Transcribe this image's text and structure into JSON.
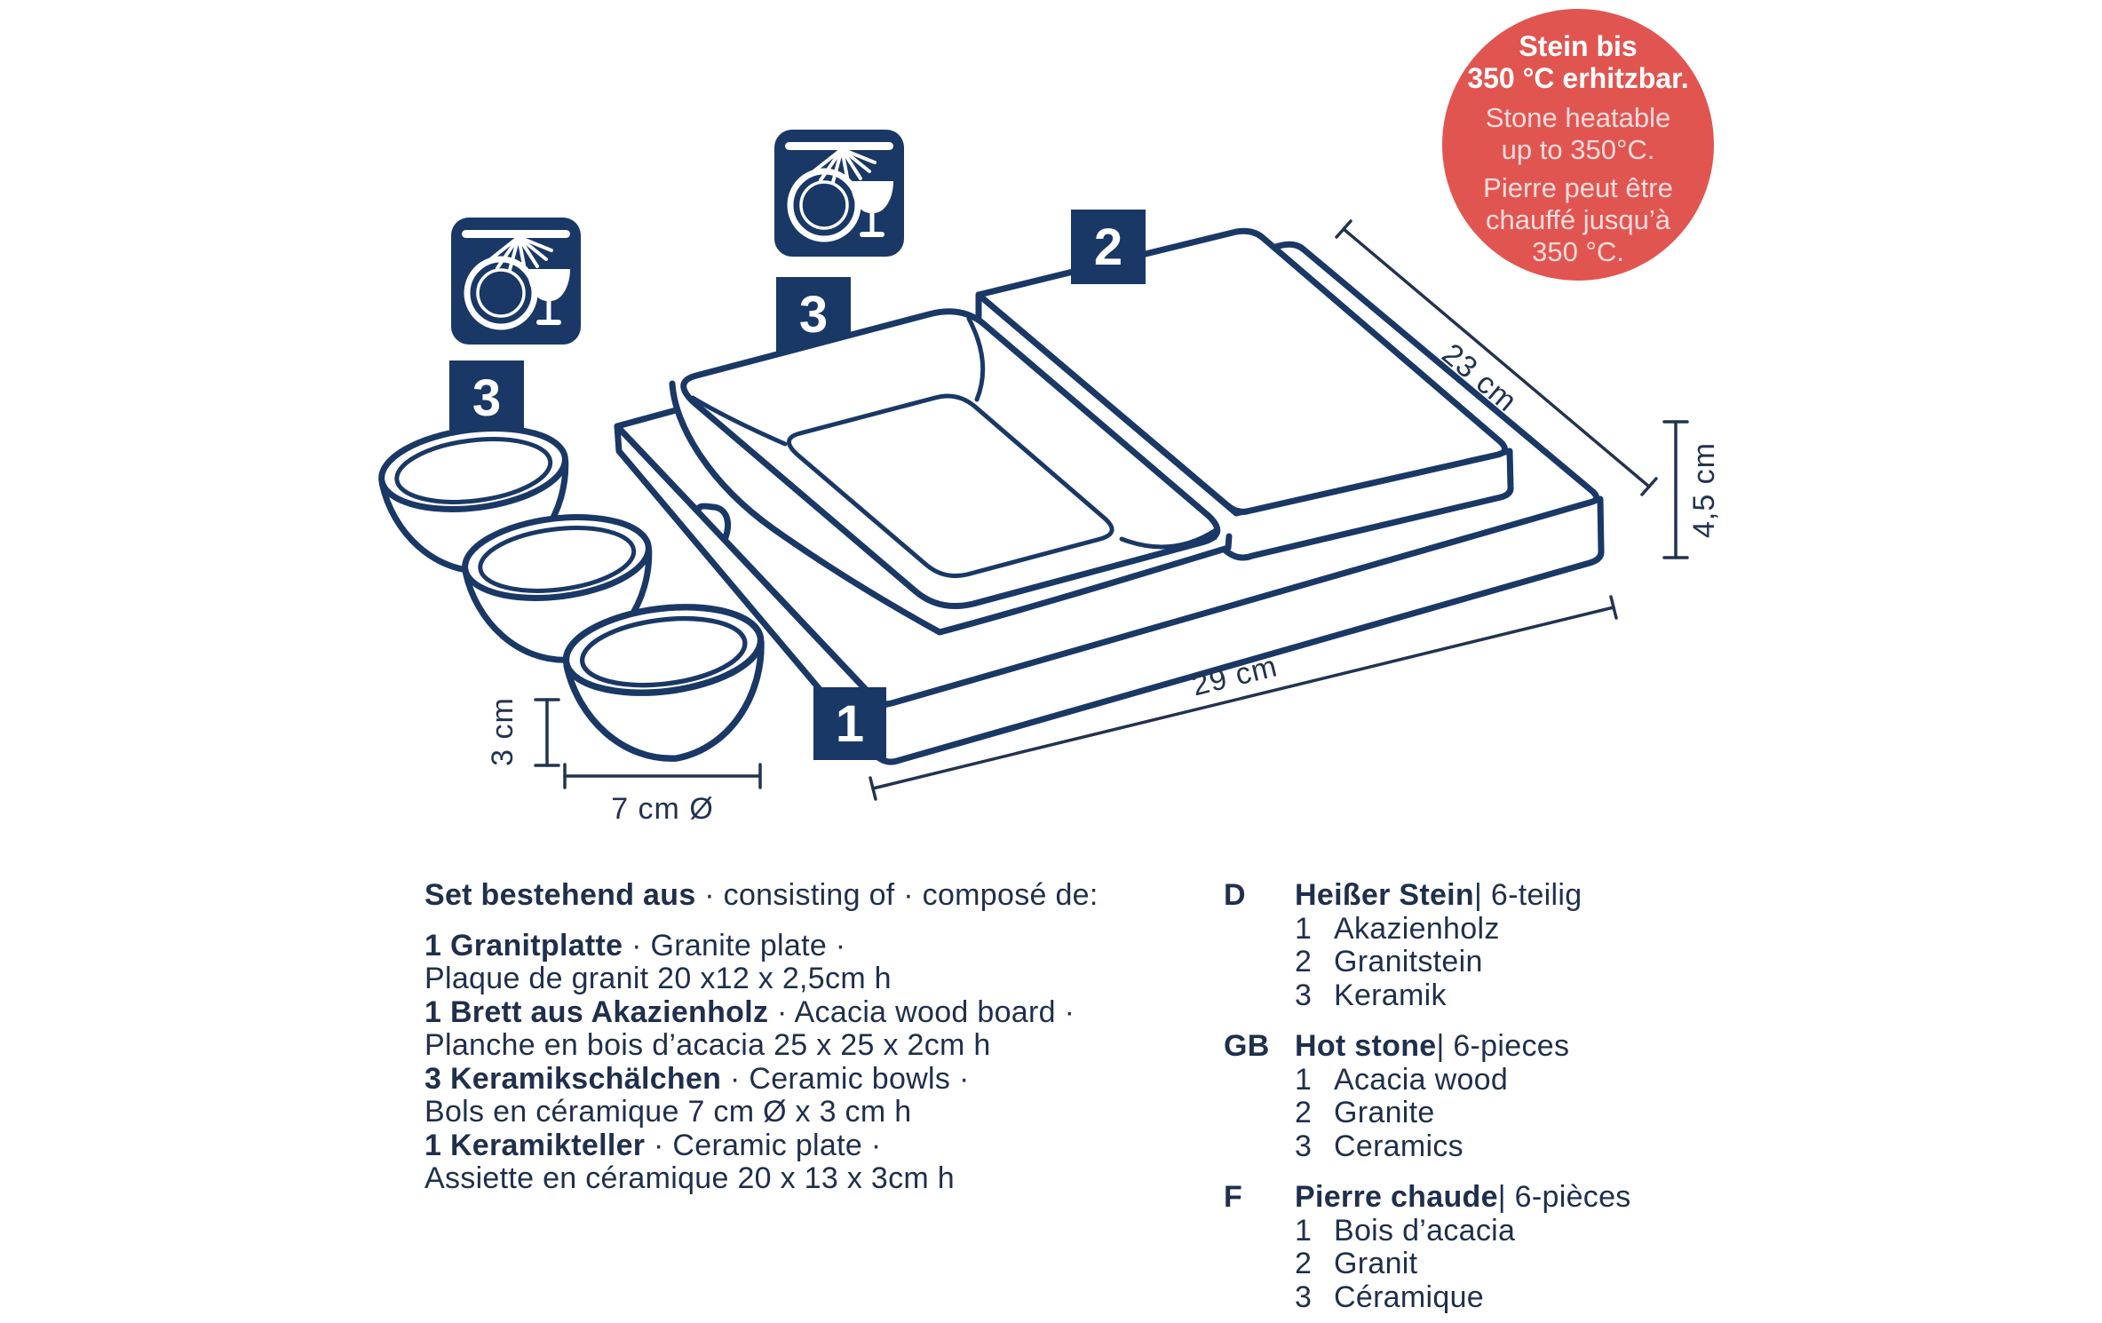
{
  "colors": {
    "navy": "#1a3866",
    "red": "#e15551",
    "text": "#1f2f4c"
  },
  "icons": {
    "dishwasher_safe": "dishwasher-safe-icon"
  },
  "badge": {
    "de_line1": "Stein bis",
    "de_line2": "350 °C erhitzbar.",
    "en_line1": "Stone heatable",
    "en_line2": "up to 350°C.",
    "fr_line1": "Pierre peut être",
    "fr_line2": "chauffé jusqu’à",
    "fr_line3": "350 °C."
  },
  "part_labels": {
    "board": "1",
    "stone": "2",
    "plate": "3",
    "bowls": "3"
  },
  "dimensions": {
    "stone_depth": "23 cm",
    "stone_height": "4,5 cm",
    "board_width": "29 cm",
    "bowl_height": "3 cm",
    "bowl_diameter": "7 cm Ø"
  },
  "set_list": {
    "heading_bold": "Set bestehend aus",
    "heading_rest": " · consisting of · composé de:",
    "items": [
      {
        "bold": "1 Granitplatte",
        "rest": " · Granite plate ·",
        "detail": "Plaque de granit 20 x12 x 2,5cm h"
      },
      {
        "bold": "1 Brett aus Akazienholz",
        "rest": " · Acacia wood board ·",
        "detail": "Planche en bois d’acacia 25 x 25 x 2cm h"
      },
      {
        "bold": "3 Keramikschälchen",
        "rest": " · Ceramic bowls ·",
        "detail": "Bols en céramique 7 cm Ø x 3 cm h"
      },
      {
        "bold": "1 Keramikteller",
        "rest": " · Ceramic plate ·",
        "detail": "Assiette en céramique 20 x 13 x 3cm h"
      }
    ]
  },
  "legend": [
    {
      "lang": "D",
      "title": "Heißer Stein",
      "count": "| 6-teilig",
      "items": [
        {
          "num": "1",
          "text": "Akazienholz"
        },
        {
          "num": "2",
          "text": "Granitstein"
        },
        {
          "num": "3",
          "text": "Keramik"
        }
      ]
    },
    {
      "lang": "GB",
      "title": "Hot stone",
      "count": "| 6-pieces",
      "items": [
        {
          "num": "1",
          "text": "Acacia wood"
        },
        {
          "num": "2",
          "text": "Granite"
        },
        {
          "num": "3",
          "text": "Ceramics"
        }
      ]
    },
    {
      "lang": "F",
      "title": "Pierre chaude",
      "count": "| 6-pièces",
      "items": [
        {
          "num": "1",
          "text": "Bois d’acacia"
        },
        {
          "num": "2",
          "text": "Granit"
        },
        {
          "num": "3",
          "text": "Céramique"
        }
      ]
    }
  ]
}
